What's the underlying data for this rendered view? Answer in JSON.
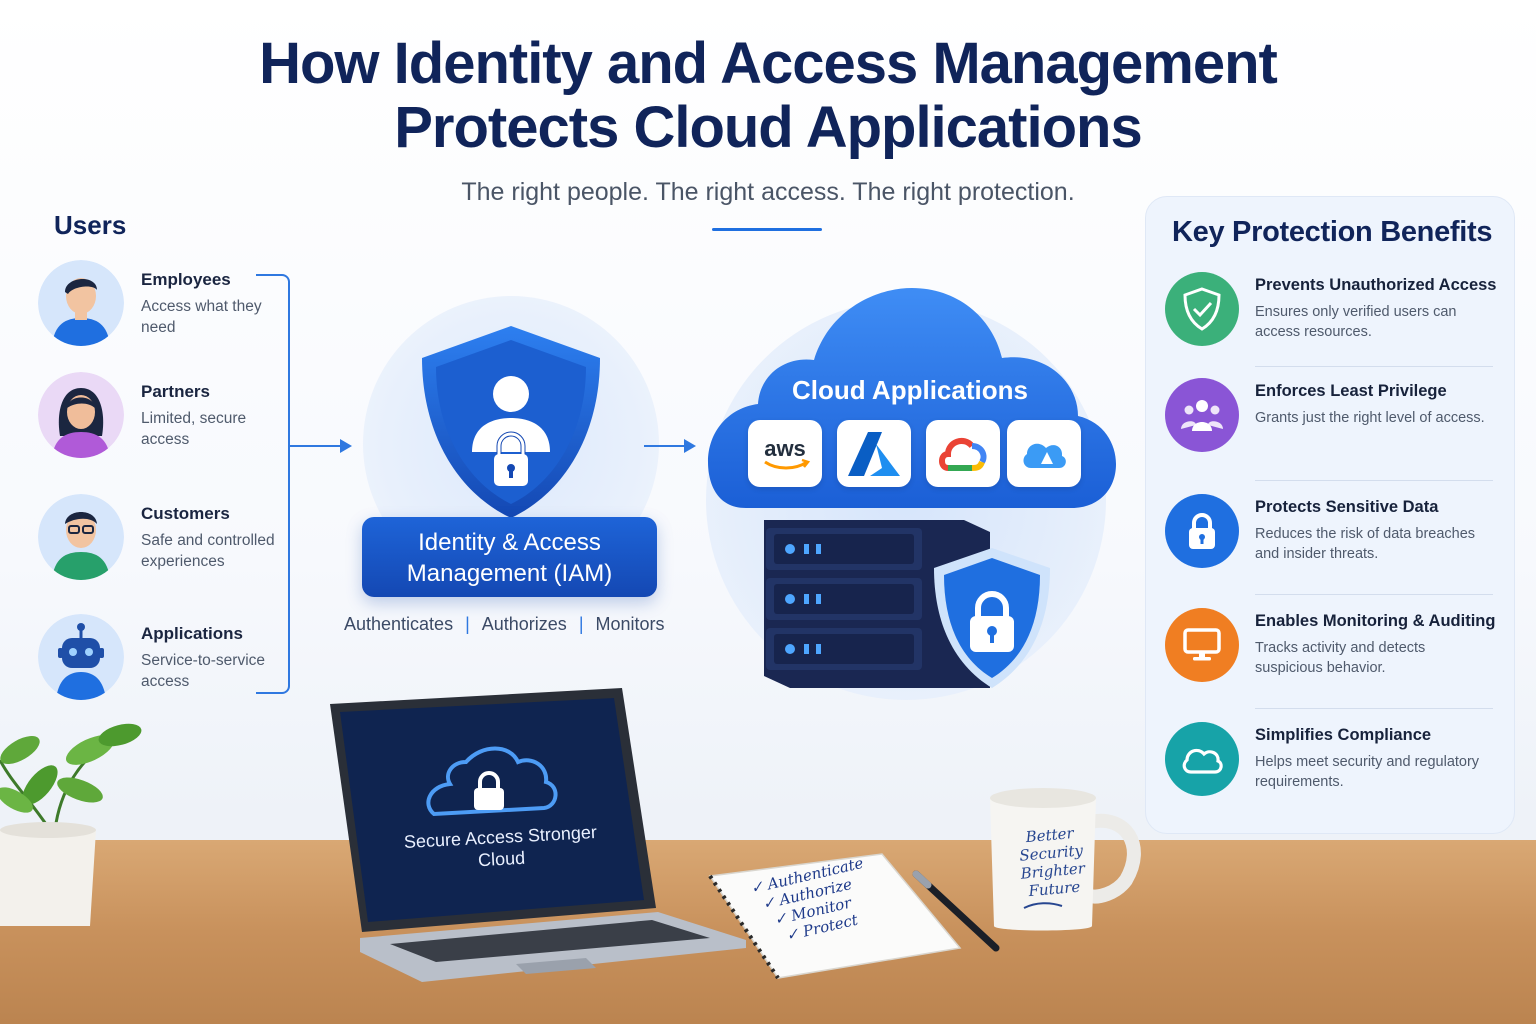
{
  "title": {
    "line1": "How Identity and Access Management",
    "line2": "Protects Cloud Applications"
  },
  "subtitle": "The right people. The right access. The right protection.",
  "users": {
    "heading": "Users",
    "items": [
      {
        "name": "Employees",
        "desc": "Access what they need",
        "avatar_color": "#1f6fe0"
      },
      {
        "name": "Partners",
        "desc": "Limited, secure access",
        "avatar_color": "#9b4fc8"
      },
      {
        "name": "Customers",
        "desc": "Safe and controlled experiences",
        "avatar_color": "#27a06b"
      },
      {
        "name": "Applications",
        "desc": "Service-to-service access",
        "avatar_color": "#1f6fe0"
      }
    ]
  },
  "iam": {
    "label": "Identity & Access Management (IAM)",
    "functions": [
      "Authenticates",
      "Authorizes",
      "Monitors"
    ]
  },
  "cloud": {
    "title": "Cloud Applications",
    "providers": [
      {
        "name": "aws-logo",
        "text": "aws"
      },
      {
        "name": "azure-logo",
        "text": ""
      },
      {
        "name": "google-cloud-logo",
        "text": ""
      },
      {
        "name": "generic-cloud-logo",
        "text": ""
      }
    ]
  },
  "benefits": {
    "heading": "Key Protection Benefits",
    "items": [
      {
        "title": "Prevents Unauthorized Access",
        "desc": "Ensures only verified users can access resources.",
        "color": "#3bb07a",
        "icon": "shield-check-icon"
      },
      {
        "title": "Enforces Least Privilege",
        "desc": "Grants just the right level of access.",
        "color": "#8a55d6",
        "icon": "users-group-icon"
      },
      {
        "title": "Protects Sensitive Data",
        "desc": "Reduces the risk of data breaches and insider threats.",
        "color": "#1f6fe0",
        "icon": "lock-icon"
      },
      {
        "title": "Enables Monitoring & Auditing",
        "desc": "Tracks activity and detects suspicious behavior.",
        "color": "#f07e22",
        "icon": "monitor-icon"
      },
      {
        "title": "Simplifies Compliance",
        "desc": "Helps meet security and regulatory requirements.",
        "color": "#17a3a8",
        "icon": "cloud-icon"
      }
    ]
  },
  "scene": {
    "laptop_text": "Secure Access Stronger Cloud",
    "notebook_items": [
      "Authenticate",
      "Authorize",
      "Monitor",
      "Protect"
    ],
    "mug_text": "Better Security Brighter Future"
  }
}
